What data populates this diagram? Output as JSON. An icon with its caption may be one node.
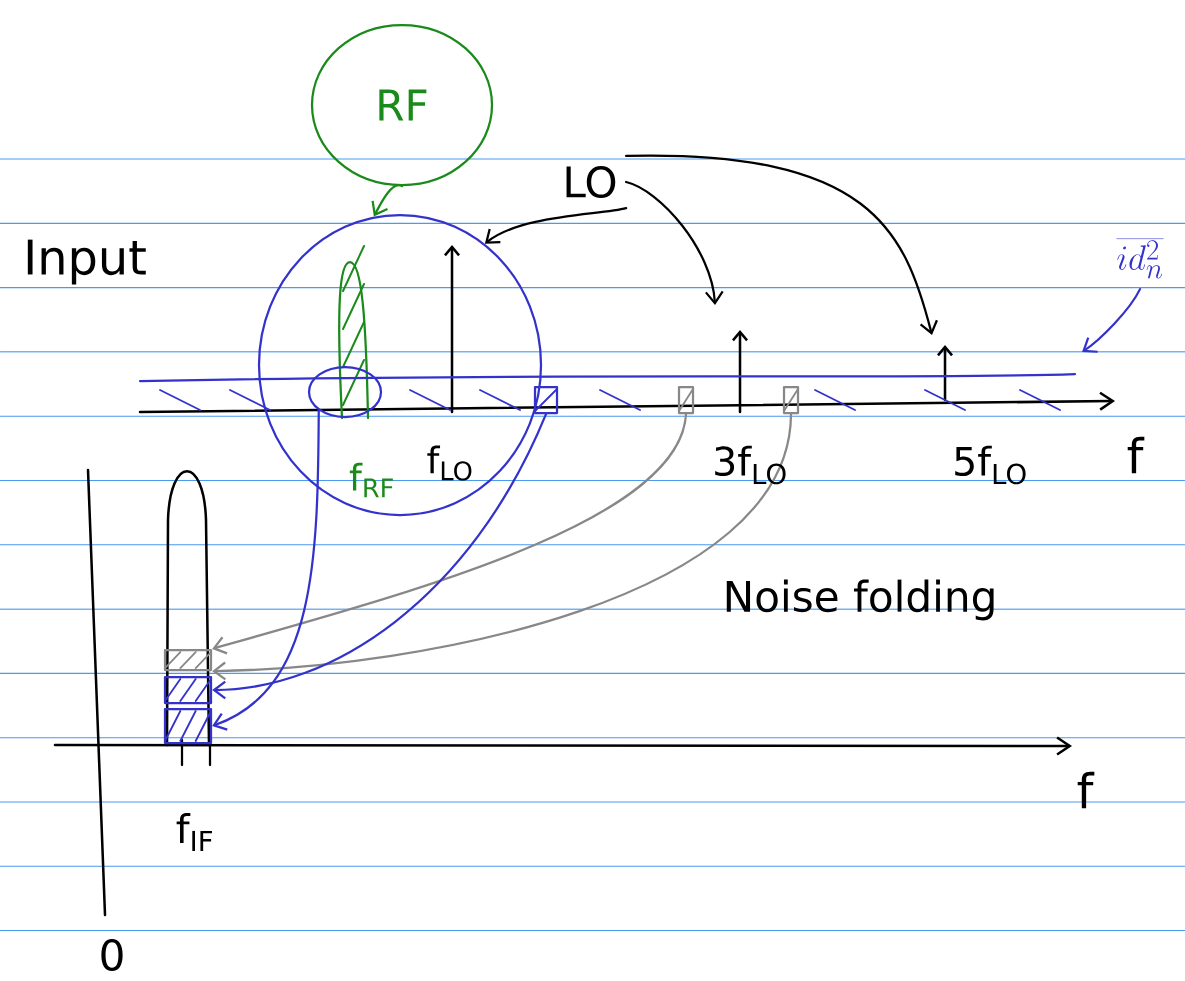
{
  "diagram": {
    "nodes": [
      {
        "text": [
          "RF"
        ]
      },
      {
        "text": [],
        "shape": "circle"
      },
      {
        "text": [
          "LO"
        ]
      },
      {
        "text": [
          "\\overline{id_{n}^{2}}"
        ]
      },
      {
        "text": [],
        "shape": "circle",
        "in": 1
      },
      {
        "text": [],
        "shape": "box"
      },
      {
        "text": [],
        "shape": "box"
      },
      {
        "text": [],
        "shape": "box"
      },
      {
        "text": [],
        "shape": "bar"
      },
      {
        "text": [],
        "shape": "box",
        "in": 8
      },
      {
        "text": [],
        "shape": "box",
        "in": 8
      },
      {
        "text": [],
        "shape": "box",
        "in": 8
      }
    ],
    "edges": [
      {
        "from": 0,
        "to": 1,
        "arrow": "to",
        "color": "#1a8a1a"
      },
      {
        "from": 2,
        "to": 1,
        "arrow": "to"
      },
      {
        "from": 2,
        "to": null,
        "arrow": "to"
      },
      {
        "from": 2,
        "to": null,
        "arrow": "to"
      },
      {
        "from": 3,
        "to": null,
        "arrow": "to",
        "color": "#3333cc"
      },
      {
        "from": 6,
        "to": 9,
        "arrow": "to",
        "color": "#888888"
      },
      {
        "from": 7,
        "to": 9,
        "arrow": "to",
        "color": "#888888"
      },
      {
        "from": 5,
        "to": 10,
        "arrow": "to",
        "color": "#3333cc"
      },
      {
        "from": 4,
        "to": 11,
        "arrow": "to",
        "color": "#3333cc"
      }
    ],
    "labels": [
      "Input",
      "f$_{RF}$",
      "f$_{LO}$",
      "3f$_{LO}$",
      "5f$_{LO}$",
      "f",
      "Noise folding",
      "f$_{IF}$",
      "f",
      "0"
    ]
  }
}
